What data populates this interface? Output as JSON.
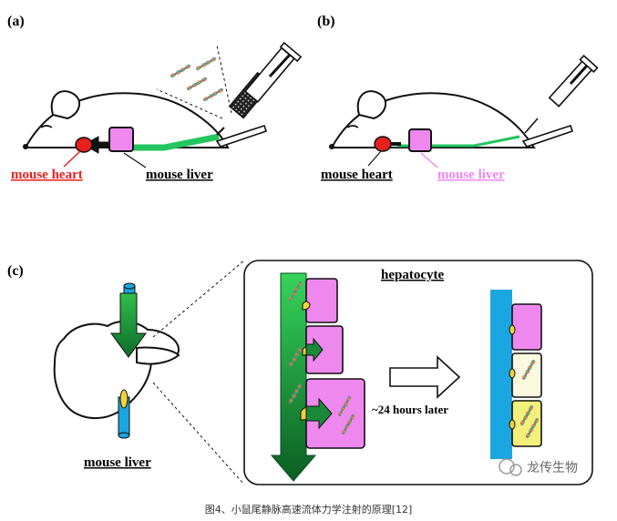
{
  "panels": {
    "a": {
      "label": "(a)",
      "heart_label": "mouse heart",
      "liver_label": "mouse liver"
    },
    "b": {
      "label": "(b)",
      "heart_label": "mouse heart",
      "liver_label": "mouse liver"
    },
    "c": {
      "label": "(c)",
      "liver_label": "mouse liver",
      "hepatocyte_title": "hepatocyte",
      "time_label": "~24 hours later"
    }
  },
  "watermark": {
    "text": "龙传生物"
  },
  "caption": "图4、小鼠尾静脉高速流体力学注射的原理[12]",
  "colors": {
    "heart_red": "#e8201e",
    "liver_pink": "#ee88ee",
    "flow_green": "#22c55e",
    "vessel_blue": "#1aa6e0",
    "cell_yellow": "#f2f07a",
    "cell_cream": "#fbf8e0"
  }
}
